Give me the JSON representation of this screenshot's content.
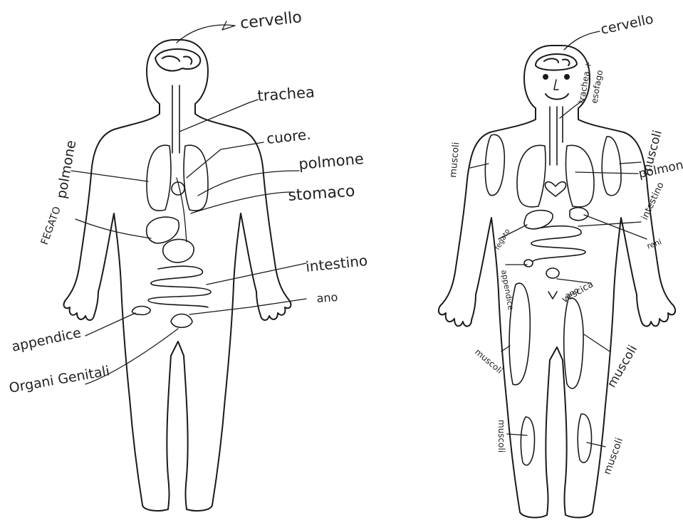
{
  "diagram_left": {
    "labels": {
      "cervello": "cervello",
      "trachea": "trachea",
      "cuore": "cuore.",
      "polmone_right": "polmone",
      "polmone_left": "polmone",
      "stomaco": "stomaco",
      "fegato": "FEGATO",
      "intestino": "intestino",
      "ano": "ano",
      "appendice": "appendice",
      "organi_genitali": "Organi Genitali"
    }
  },
  "diagram_right": {
    "labels": {
      "cervello": "cervello",
      "trachea_esofago_1": "trachea +",
      "trachea_esofago_2": "esofago",
      "muscoli_arm_left": "muscoli",
      "muscoli_arm_right": "muscoli",
      "polmoni": "polmoni",
      "intestino": "intestino",
      "reni": "reni",
      "fegato": "fegato",
      "appendice": "appendice",
      "vescica": "vescica",
      "ano": "ano",
      "muscoli_thigh_left": "muscoli",
      "muscoli_thigh_right": "muscoli",
      "muscoli_calf_left": "muscoli",
      "muscoli_calf_right": "muscoli"
    }
  }
}
